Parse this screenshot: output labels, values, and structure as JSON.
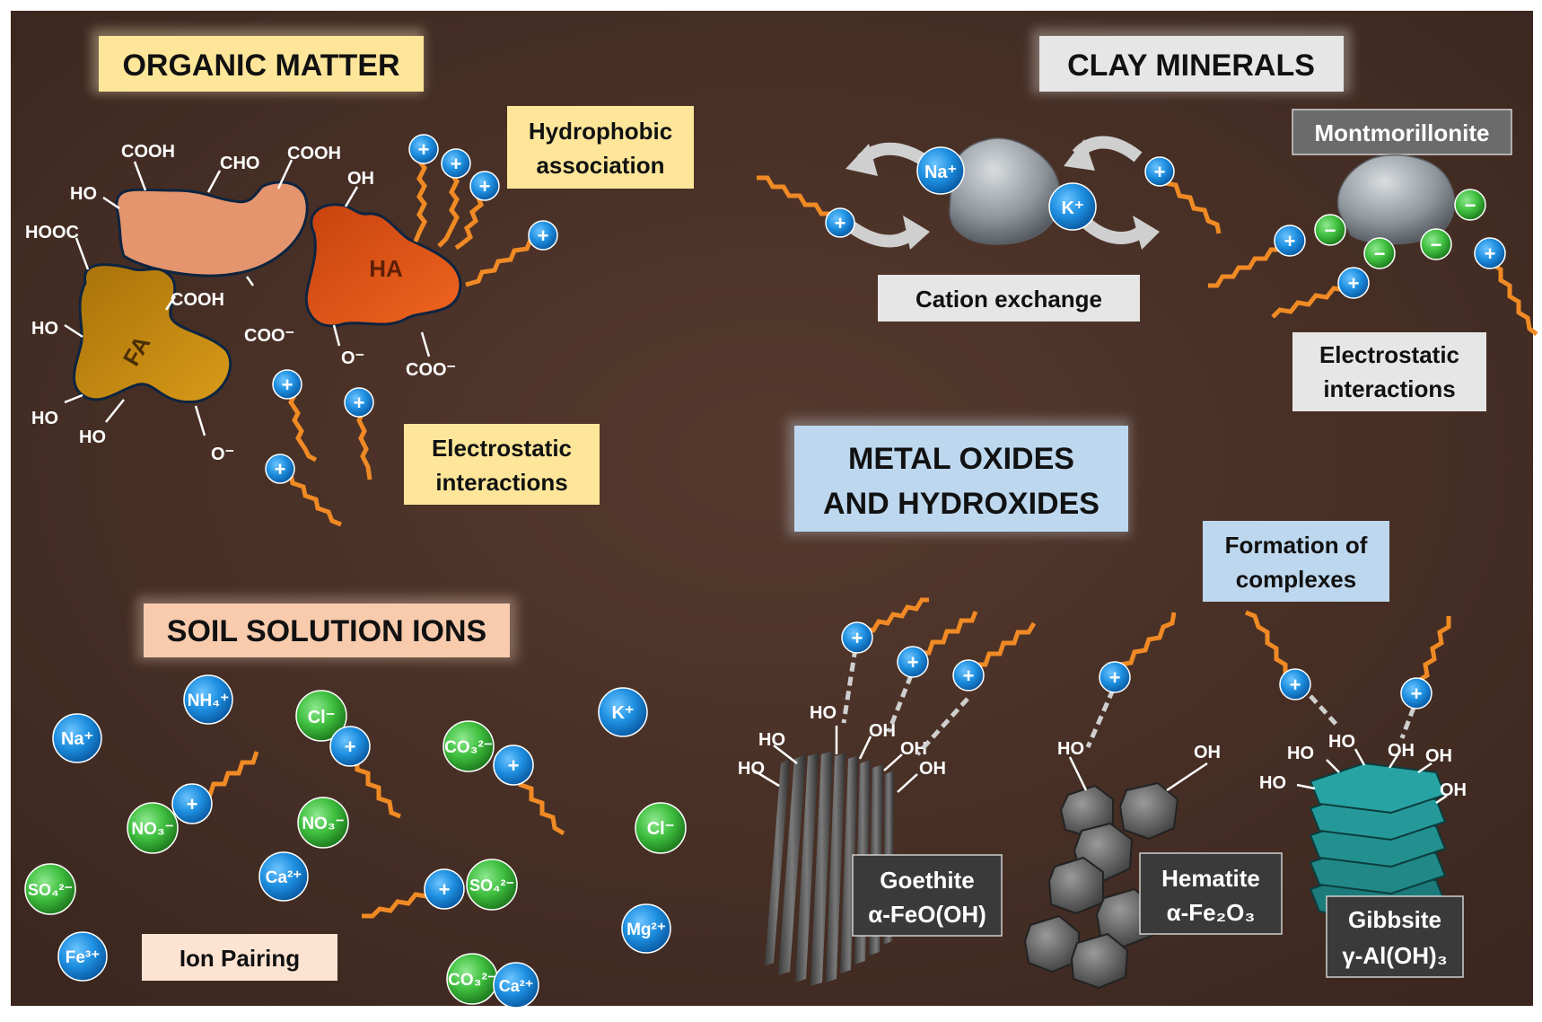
{
  "sections": {
    "organic_matter": "ORGANIC MATTER",
    "clay_minerals": "CLAY MINERALS",
    "metal_oxides_line1": "METAL OXIDES",
    "metal_oxides_line2": "AND HYDROXIDES",
    "soil_solution_ions": "SOIL SOLUTION IONS"
  },
  "mechanisms": {
    "hydrophobic_1": "Hydrophobic",
    "hydrophobic_2": "association",
    "electrostatic_om_1": "Electrostatic",
    "electrostatic_om_2": "interactions",
    "cation_exchange": "Cation exchange",
    "electrostatic_clay_1": "Electrostatic",
    "electrostatic_clay_2": "interactions",
    "complexes_1": "Formation of",
    "complexes_2": "complexes",
    "ion_pairing": "Ion Pairing"
  },
  "minerals": {
    "montmorillonite": "Montmorillonite",
    "goethite_name": "Goethite",
    "goethite_formula": "α-FeO(OH)",
    "hematite_name": "Hematite",
    "hematite_formula": "α-Fe₂O₃",
    "gibbsite_name": "Gibbsite",
    "gibbsite_formula": "γ-Al(OH)₃"
  },
  "humic": {
    "fa_label": "FA",
    "ha_label": "HA",
    "groups": {
      "cooh1": "COOH",
      "cho": "CHO",
      "cooh2": "COOH",
      "ho1": "HO",
      "hooc": "HOOC",
      "oh1": "OH",
      "cooh3": "COOH",
      "coo1": "COO⁻",
      "ho2": "HO",
      "ho3": "HO",
      "ho4": "HO",
      "o1": "O⁻",
      "o2": "O⁻",
      "coo2": "COO⁻"
    }
  },
  "clay_ions": {
    "na": "Na⁺",
    "k": "K⁺"
  },
  "hydroxyls": {
    "goethite": [
      "HO",
      "OH",
      "HO",
      "OH",
      "HO",
      "OH"
    ],
    "hematite": [
      "HO",
      "OH"
    ],
    "gibbsite": [
      "HO",
      "HO",
      "OH",
      "OH",
      "HO",
      "OH"
    ]
  },
  "solution_ions": {
    "na": "Na⁺",
    "nh4": "NH₄⁺",
    "cl1": "Cl⁻",
    "co3_1": "CO₃²⁻",
    "k": "K⁺",
    "no3_1": "NO₃⁻",
    "no3_2": "NO₃⁻",
    "cl2": "Cl⁻",
    "so4_1": "SO₄²⁻",
    "ca1": "Ca²⁺",
    "so4_2": "SO₄²⁻",
    "fe": "Fe³⁺",
    "mg": "Mg²⁺",
    "co3_2": "CO₃²⁻",
    "ca2": "Ca²⁺"
  },
  "symbols": {
    "plus": "+",
    "minus": "−"
  },
  "colors": {
    "background": "#4a3329",
    "organic_box": "#fde699",
    "clay_box": "#e6e6e6",
    "oxide_box": "#bdd7ee",
    "ions_box": "#f8cbad",
    "mineral_label_bg": "#3a3a3a",
    "cation_blue": "#1e8fe0",
    "anion_green": "#3fbf3f",
    "pollutant_tail": "#f08a24",
    "fulvic_acid": "#c98a10",
    "humic_acid": "#d9521a"
  }
}
